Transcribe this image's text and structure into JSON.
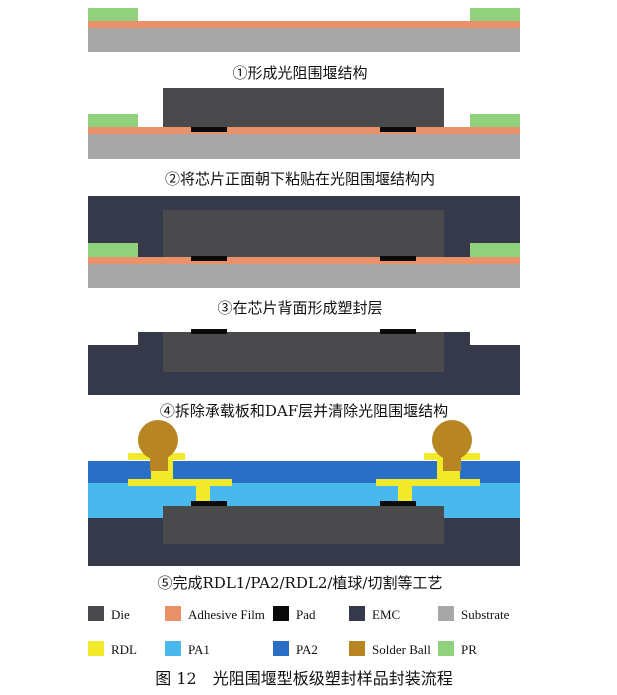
{
  "colors": {
    "die": "#4a4a4c",
    "adhesive_film": "#e9926a",
    "pad": "#0a0a0a",
    "emc": "#35394a",
    "substrate": "#a7a7a7",
    "rdl": "#f0ea2a",
    "pa1": "#49b8ec",
    "pa2": "#2a6fc6",
    "solder_ball": "#b78622",
    "pr": "#8fd17c"
  },
  "steps": [
    "①形成光阻围堰结构",
    "②将芯片正面朝下粘贴在光阻围堰结构内",
    "③在芯片背面形成塑封层",
    "④拆除承载板和DAF层并清除光阻围堰结构",
    "⑤完成RDL1/PA2/RDL2/植球/切割等工艺"
  ],
  "legend": [
    {
      "label": "Die",
      "color_key": "die"
    },
    {
      "label": "Adhesive Film",
      "color_key": "adhesive_film"
    },
    {
      "label": "Pad",
      "color_key": "pad"
    },
    {
      "label": "EMC",
      "color_key": "emc"
    },
    {
      "label": "Substrate",
      "color_key": "substrate"
    },
    {
      "label": "RDL",
      "color_key": "rdl"
    },
    {
      "label": "PA1",
      "color_key": "pa1"
    },
    {
      "label": "PA2",
      "color_key": "pa2"
    },
    {
      "label": "Solder Ball",
      "color_key": "solder_ball"
    },
    {
      "label": "PR",
      "color_key": "pr"
    }
  ],
  "figure_caption": "图 12　光阻围堰型板级塑封样品封装流程"
}
